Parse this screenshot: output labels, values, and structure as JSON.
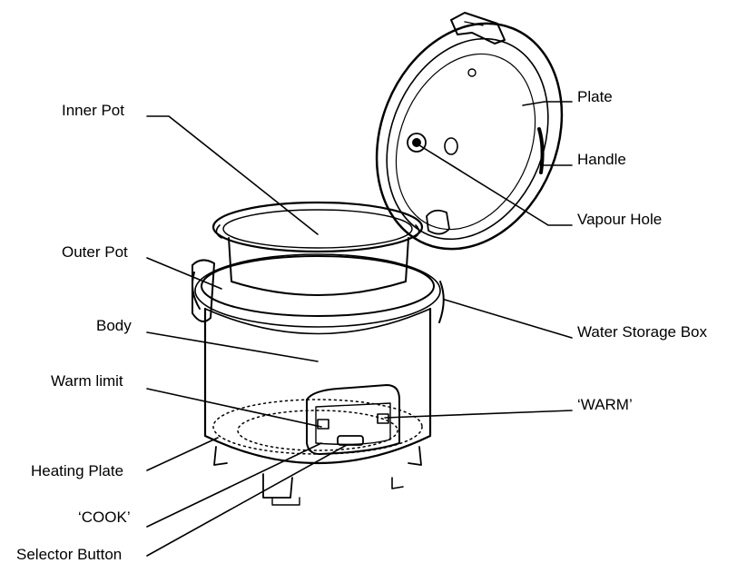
{
  "labels": {
    "inner_pot": "Inner Pot",
    "outer_pot": "Outer Pot",
    "body": "Body",
    "warm_limit": "Warm limit",
    "heating_plate": "Heating Plate",
    "cook": "‘COOK’",
    "selector_button": "Selector Button",
    "plate": "Plate",
    "handle": "Handle",
    "vapour_hole": "Vapour Hole",
    "water_storage_box": "Water Storage Box",
    "warm": "‘WARM’"
  },
  "colors": {
    "line": "#000000",
    "background": "#ffffff"
  }
}
